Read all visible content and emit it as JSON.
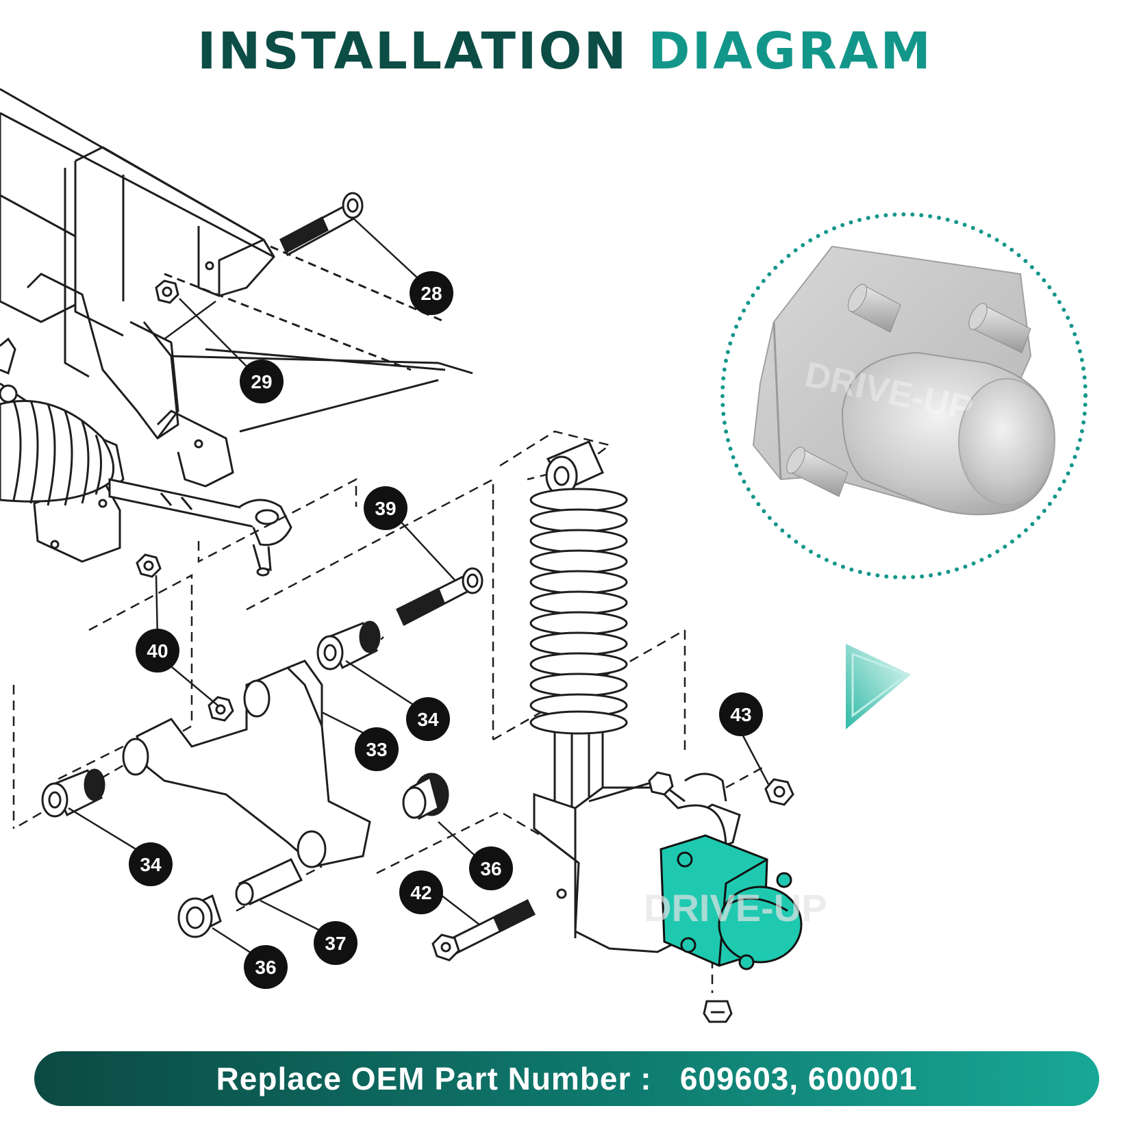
{
  "title": {
    "word1": "INSTALLATION",
    "word2": "DIAGRAM"
  },
  "watermark": "DRIVE-UP",
  "callouts": [
    {
      "id": "c28a",
      "label": "28"
    },
    {
      "id": "c29",
      "label": "29"
    },
    {
      "id": "c39",
      "label": "39"
    },
    {
      "id": "c40",
      "label": "40"
    },
    {
      "id": "c34a",
      "label": "34"
    },
    {
      "id": "c33",
      "label": "33"
    },
    {
      "id": "c34b",
      "label": "34"
    },
    {
      "id": "c43",
      "label": "43"
    },
    {
      "id": "c36a",
      "label": "36"
    },
    {
      "id": "c42",
      "label": "42"
    },
    {
      "id": "c37",
      "label": "37"
    },
    {
      "id": "c36b",
      "label": "36"
    }
  ],
  "footer": {
    "label": "Replace OEM Part Number :",
    "numbers": "609603, 600001"
  },
  "colors": {
    "highlight": "#1fc9b0",
    "brand_dark": "#0c4d46",
    "brand": "#13968a"
  }
}
